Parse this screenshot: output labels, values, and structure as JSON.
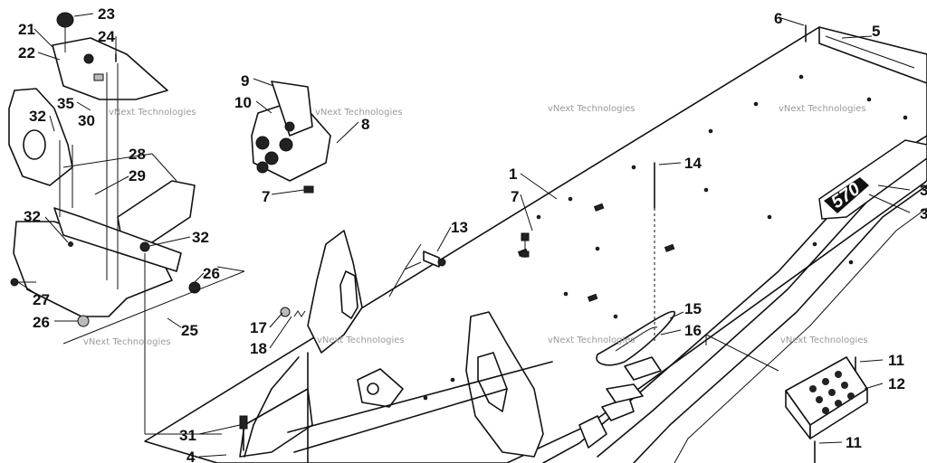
{
  "diagram": {
    "watermark_text": "vNext Technologies",
    "decal_text": "570",
    "callouts": [
      {
        "id": "c1",
        "label": "1"
      },
      {
        "id": "c4",
        "label": "4"
      },
      {
        "id": "c5",
        "label": "5"
      },
      {
        "id": "c6",
        "label": "6"
      },
      {
        "id": "c7a",
        "label": "7"
      },
      {
        "id": "c7b",
        "label": "7"
      },
      {
        "id": "c8",
        "label": "8"
      },
      {
        "id": "c9",
        "label": "9"
      },
      {
        "id": "c10",
        "label": "10"
      },
      {
        "id": "c11a",
        "label": "11"
      },
      {
        "id": "c11b",
        "label": "11"
      },
      {
        "id": "c12",
        "label": "12"
      },
      {
        "id": "c13",
        "label": "13"
      },
      {
        "id": "c14",
        "label": "14"
      },
      {
        "id": "c15",
        "label": "15"
      },
      {
        "id": "c16",
        "label": "16"
      },
      {
        "id": "c17",
        "label": "17"
      },
      {
        "id": "c18",
        "label": "18"
      },
      {
        "id": "c21",
        "label": "21"
      },
      {
        "id": "c22",
        "label": "22"
      },
      {
        "id": "c23",
        "label": "23"
      },
      {
        "id": "c24",
        "label": "24"
      },
      {
        "id": "c25",
        "label": "25"
      },
      {
        "id": "c26a",
        "label": "26"
      },
      {
        "id": "c26b",
        "label": "26"
      },
      {
        "id": "c27",
        "label": "27"
      },
      {
        "id": "c28",
        "label": "28"
      },
      {
        "id": "c29",
        "label": "29"
      },
      {
        "id": "c30",
        "label": "30"
      },
      {
        "id": "c31",
        "label": "31"
      },
      {
        "id": "c32a",
        "label": "32"
      },
      {
        "id": "c32b",
        "label": "32"
      },
      {
        "id": "c32c",
        "label": "32"
      },
      {
        "id": "c35",
        "label": "35"
      },
      {
        "id": "c3a",
        "label": "3"
      },
      {
        "id": "c3b",
        "label": "3"
      }
    ]
  }
}
